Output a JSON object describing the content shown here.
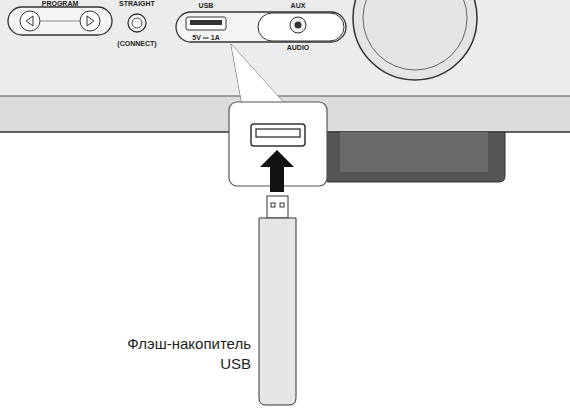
{
  "diagram": {
    "labels": [
      "PROGRAM",
      "STRAIGHT",
      "(CONNECT)",
      "USB",
      "5V ⎓ 1A",
      "AUX",
      "AUDIO",
      "Флэш-накопитель USB"
    ]
  }
}
